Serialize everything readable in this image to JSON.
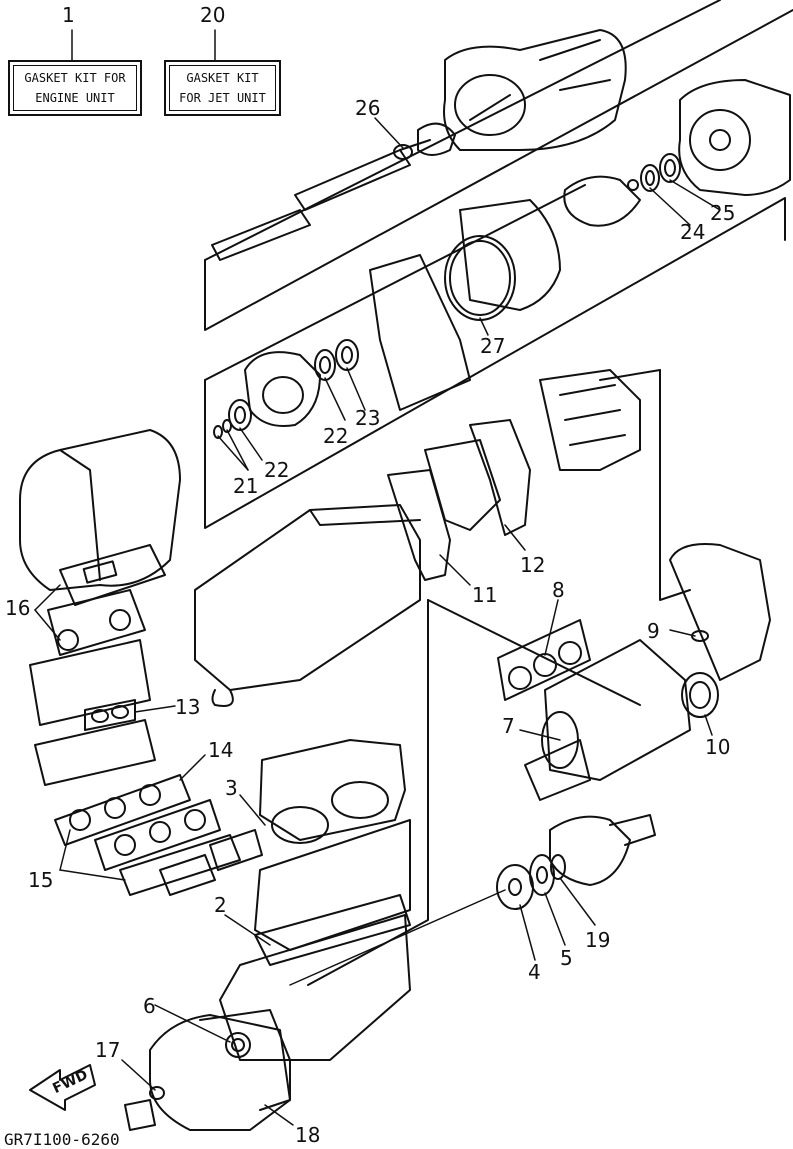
{
  "kits": [
    {
      "number": "1",
      "line1": "GASKET KIT FOR",
      "line2": "ENGINE UNIT"
    },
    {
      "number": "20",
      "line1": "GASKET KIT",
      "line2": "FOR JET UNIT"
    }
  ],
  "callouts": [
    "2",
    "3",
    "4",
    "5",
    "6",
    "7",
    "8",
    "9",
    "10",
    "11",
    "12",
    "13",
    "14",
    "15",
    "16",
    "17",
    "18",
    "19",
    "21",
    "22",
    "22",
    "23",
    "24",
    "25",
    "26",
    "27"
  ],
  "direction_label": "FWD",
  "drawing_code": "GR7I100-6260"
}
